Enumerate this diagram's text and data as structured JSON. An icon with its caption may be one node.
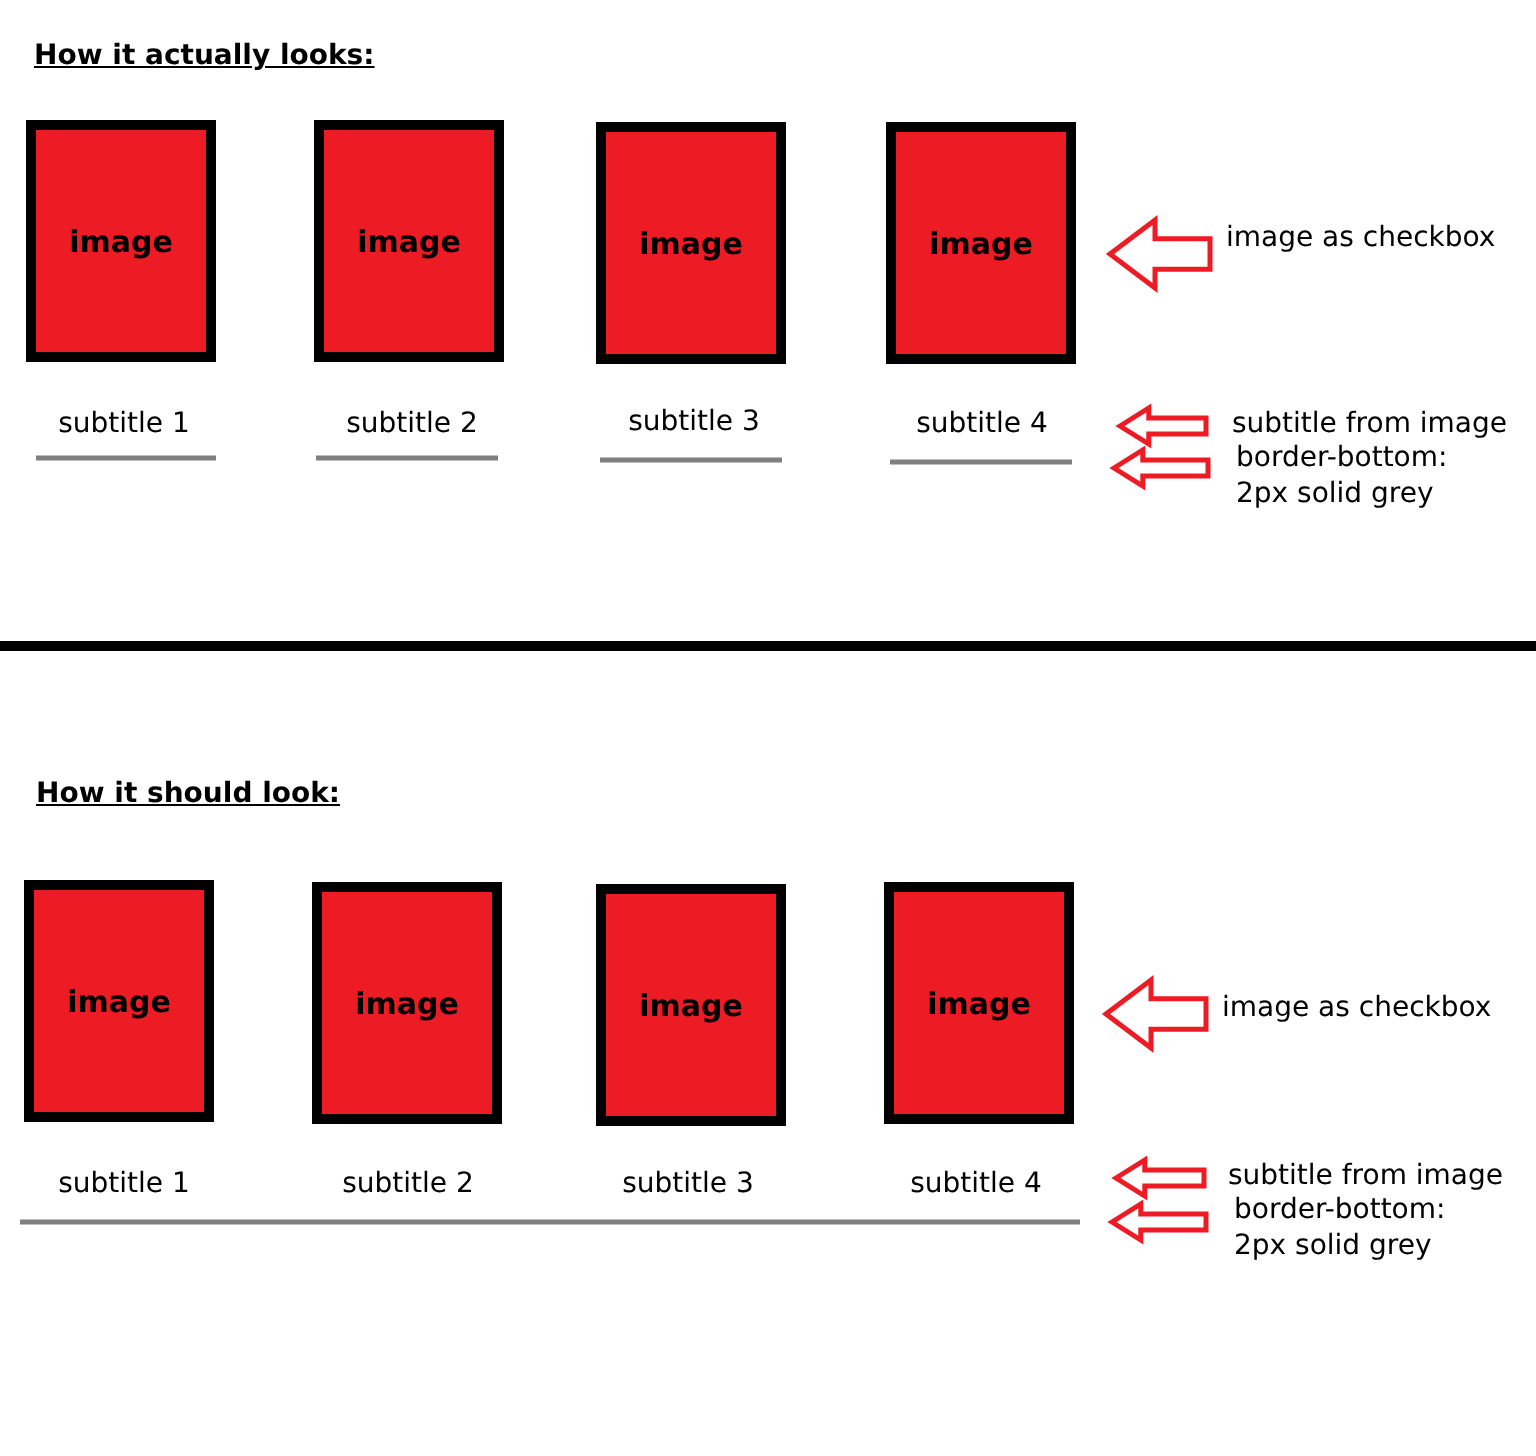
{
  "diagram": {
    "nodes": [
      {
        "text": [
          "image"
        ]
      },
      {
        "text": [
          "image"
        ]
      },
      {
        "text": [
          "image"
        ]
      },
      {
        "text": [
          "image"
        ]
      },
      {
        "text": [
          "image as checkbox"
        ]
      },
      {
        "text": [
          "subtitle from image"
        ]
      },
      {
        "text": [
          "border-bottom: 2px solid grey"
        ]
      },
      {
        "text": [
          "image"
        ]
      },
      {
        "text": [
          "image"
        ]
      },
      {
        "text": [
          "image"
        ]
      },
      {
        "text": [
          "image"
        ]
      },
      {
        "text": [
          "image as checkbox"
        ]
      },
      {
        "text": [
          "subtitle from image"
        ]
      },
      {
        "text": [
          "border-bottom: 2px solid grey"
        ]
      }
    ],
    "edges": [
      {
        "from": 4,
        "to": null,
        "arrow": "to"
      },
      {
        "from": 5,
        "to": null,
        "arrow": "to"
      },
      {
        "from": 6,
        "to": null,
        "arrow": "to"
      },
      {
        "from": 11,
        "to": null,
        "arrow": "to"
      },
      {
        "from": 12,
        "to": null,
        "arrow": "to"
      },
      {
        "from": 13,
        "to": null,
        "arrow": "to"
      }
    ],
    "labels": [
      "How it actually looks:",
      "subtitle 1",
      "subtitle 2",
      "subtitle 3",
      "subtitle 4",
      "How it should look:",
      "subtitle 1",
      "subtitle 2",
      "subtitle 3",
      "subtitle 4"
    ]
  }
}
